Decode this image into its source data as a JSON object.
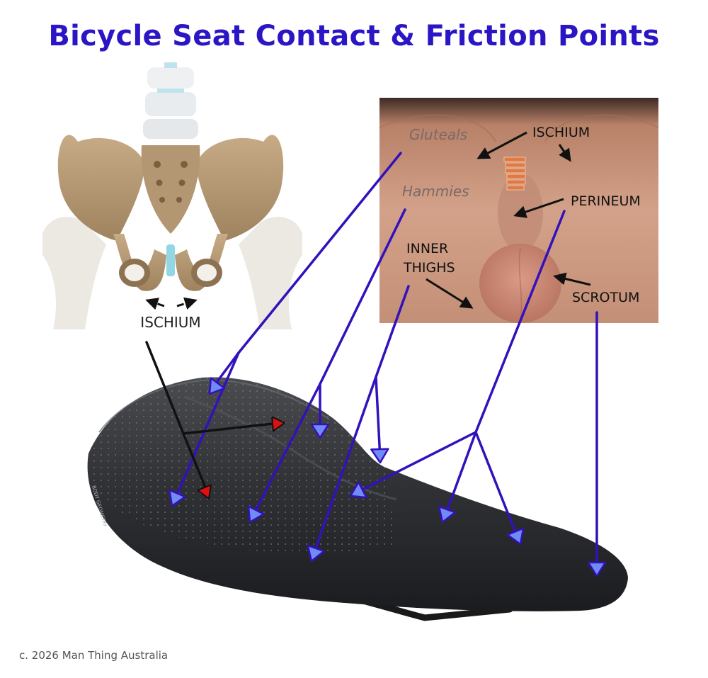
{
  "title": "Bicycle Seat Contact & Friction Points",
  "copyright": "c. 2026 Man Thing Australia",
  "pelvis": {
    "label": "ISCHIUM"
  },
  "photo": {
    "labels": {
      "gluteals": "Gluteals",
      "hammies": "Hammies",
      "ischium": "ISCHIUM",
      "perineum": "PERINEUM",
      "inner_thighs_line1": "INNER",
      "inner_thighs_line2": "THIGHS",
      "scrotum": "SCROTUM"
    }
  },
  "saddle": {
    "brand_text": "BODY GEOMETRY"
  },
  "colors": {
    "title": "#2a16c4",
    "pointer_line": "#3311bb",
    "pointer_head": "#6f8cf5",
    "ischium_head": "#e01010",
    "black_arrow": "#111111"
  }
}
